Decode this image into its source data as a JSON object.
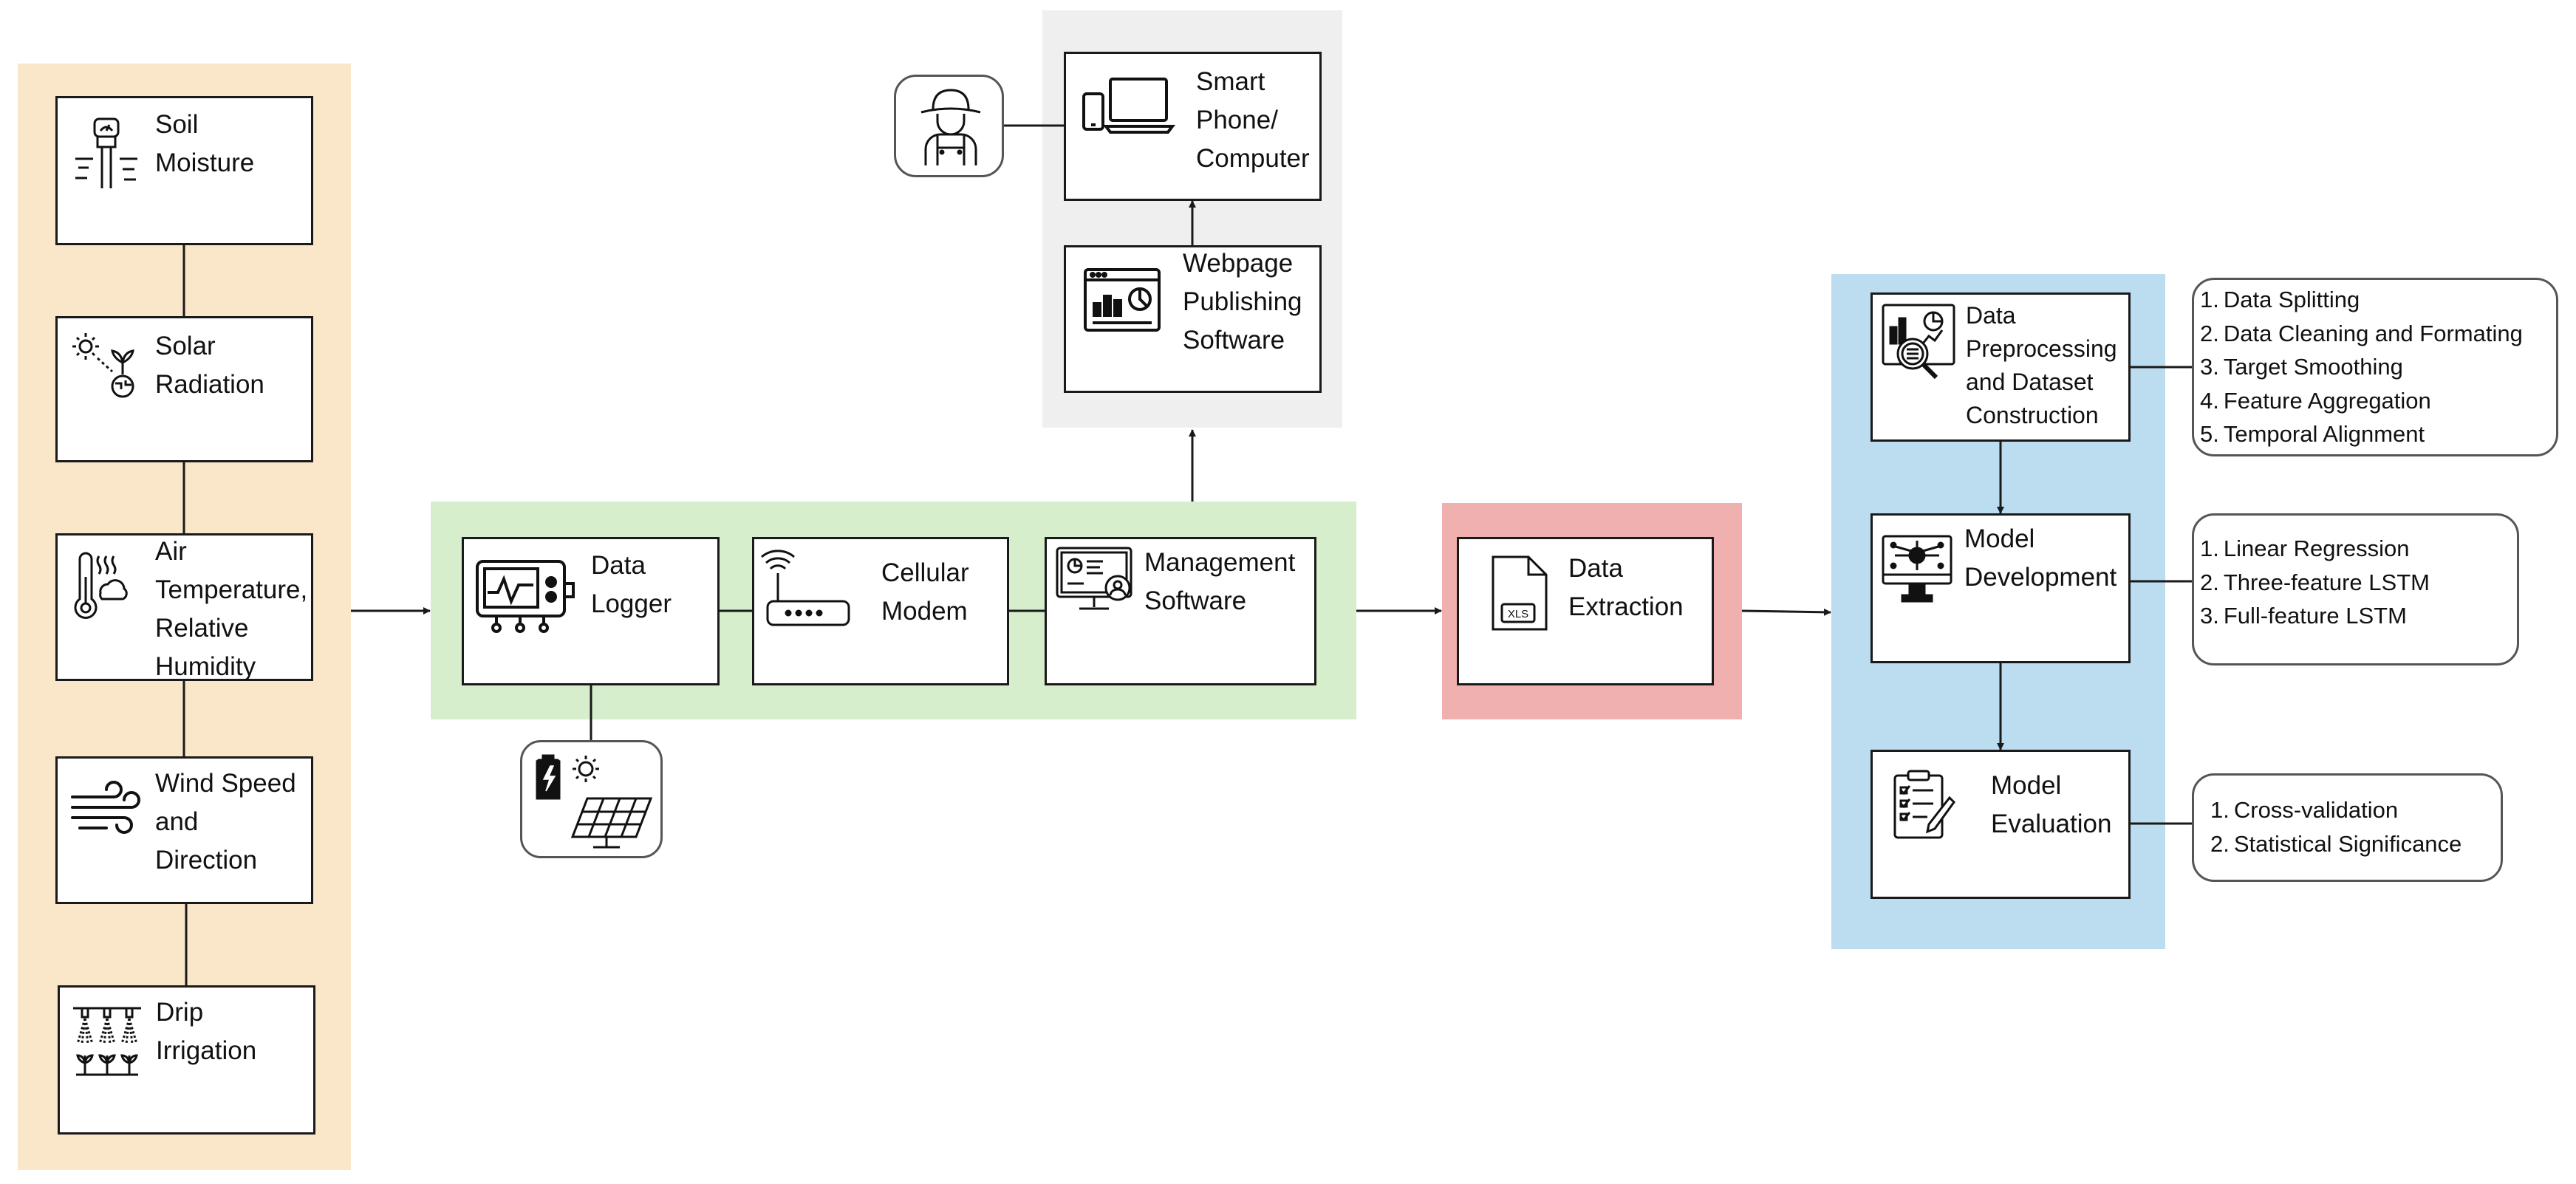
{
  "sensors": [
    {
      "id": "soil",
      "label": "Soil\nMoisture",
      "icon": "soil-moisture-sensor-icon"
    },
    {
      "id": "solar",
      "label": "Solar\nRadiation",
      "icon": "solar-radiation-icon"
    },
    {
      "id": "air",
      "label": "Air\nTemperature,\nRelative\nHumidity",
      "icon": "thermometer-icon"
    },
    {
      "id": "wind",
      "label": "Wind Speed\nand\nDirection",
      "icon": "wind-icon"
    },
    {
      "id": "drip",
      "label": "Drip\nIrrigation",
      "icon": "drip-irrigation-icon"
    }
  ],
  "comm": {
    "logger": {
      "label": "Data\nLogger",
      "icon": "data-logger-icon"
    },
    "modem": {
      "label": "Cellular\nModem",
      "icon": "router-icon"
    },
    "management": {
      "label": "Management\nSoftware",
      "icon": "monitor-dashboard-icon"
    }
  },
  "power": {
    "icon": "battery-solar-panel-icon"
  },
  "publish": {
    "device": {
      "label": "Smart\nPhone/\nComputer",
      "icon": "phone-laptop-icon"
    },
    "webpage": {
      "label": "Webpage\nPublishing\nSoftware",
      "icon": "web-analytics-icon"
    },
    "user": {
      "icon": "farmer-icon"
    }
  },
  "extraction": {
    "label": "Data\nExtraction",
    "icon": "xls-file-icon",
    "file_tag": "XLS"
  },
  "pipeline": {
    "preprocess": {
      "label": "Data\nPreprocessing\nand Dataset\nConstruction",
      "icon": "data-analysis-icon",
      "steps": [
        "Data Splitting",
        "Data Cleaning and Formating",
        "Target Smoothing",
        "Feature Aggregation",
        "Temporal Alignment"
      ]
    },
    "model": {
      "label": "Model\nDevelopment",
      "icon": "model-computer-icon",
      "steps": [
        "Linear Regression",
        "Three-feature LSTM",
        "Full-feature LSTM"
      ]
    },
    "evaluation": {
      "label": "Model\nEvaluation",
      "icon": "checklist-clipboard-icon",
      "steps": [
        "Cross-validation",
        "Statistical Significance"
      ]
    }
  },
  "colors": {
    "sensors_bg": "#fae7c9",
    "comm_bg": "#d6eecb",
    "publish_bg": "#efefef",
    "extraction_bg": "#f1b0b0",
    "pipeline_bg": "#bcdcf0",
    "stroke": "#1a1a1a"
  }
}
